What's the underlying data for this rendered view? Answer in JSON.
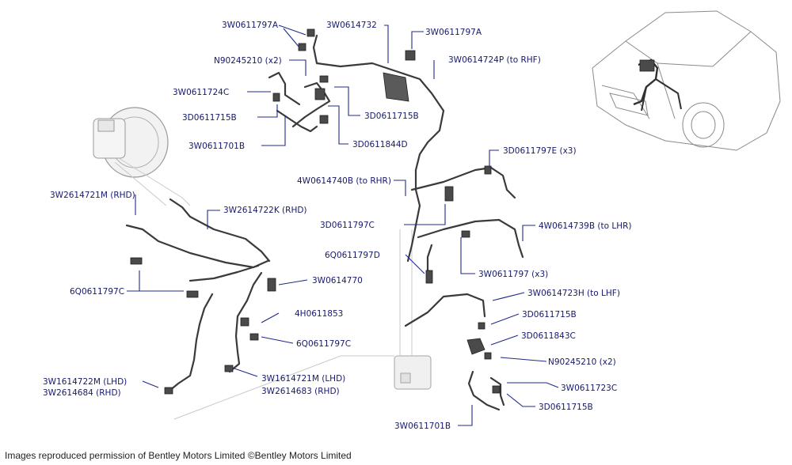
{
  "diagram": {
    "labels": [
      "3W0611797A",
      "3W0614732",
      "3W0611797A",
      "N90245210 (x2)",
      "3W0614724P (to RHF)",
      "3W0611724C",
      "3D0611715B",
      "3D0611715B",
      "3W0611701B",
      "3D0611844D",
      "3D0611797E (x3)",
      "4W0614740B (to RHR)",
      "3W2614721M (RHD)",
      "3W2614722K (RHD)",
      "3D0611797C",
      "4W0614739B (to LHR)",
      "6Q0611797D",
      "3W0611797 (x3)",
      "6Q0611797C",
      "3W0614770",
      "3W0614723H (to LHF)",
      "4H0611853",
      "3D0611715B",
      "6Q0611797C",
      "3D0611843C",
      "N90245210 (x2)",
      "3W1614722M (LHD)",
      "3W2614684 (RHD)",
      "3W1614721M (LHD)",
      "3W2614683 (RHD)",
      "3W0611723C",
      "3D0611715B",
      "3W0611701B"
    ],
    "caption": "Images reproduced permission of Bentley Motors Limited ©Bentley Motors Limited",
    "colors": {
      "label": "#15196b",
      "leader": "#1f2a8a",
      "pipe": "#3a3a3a"
    }
  }
}
